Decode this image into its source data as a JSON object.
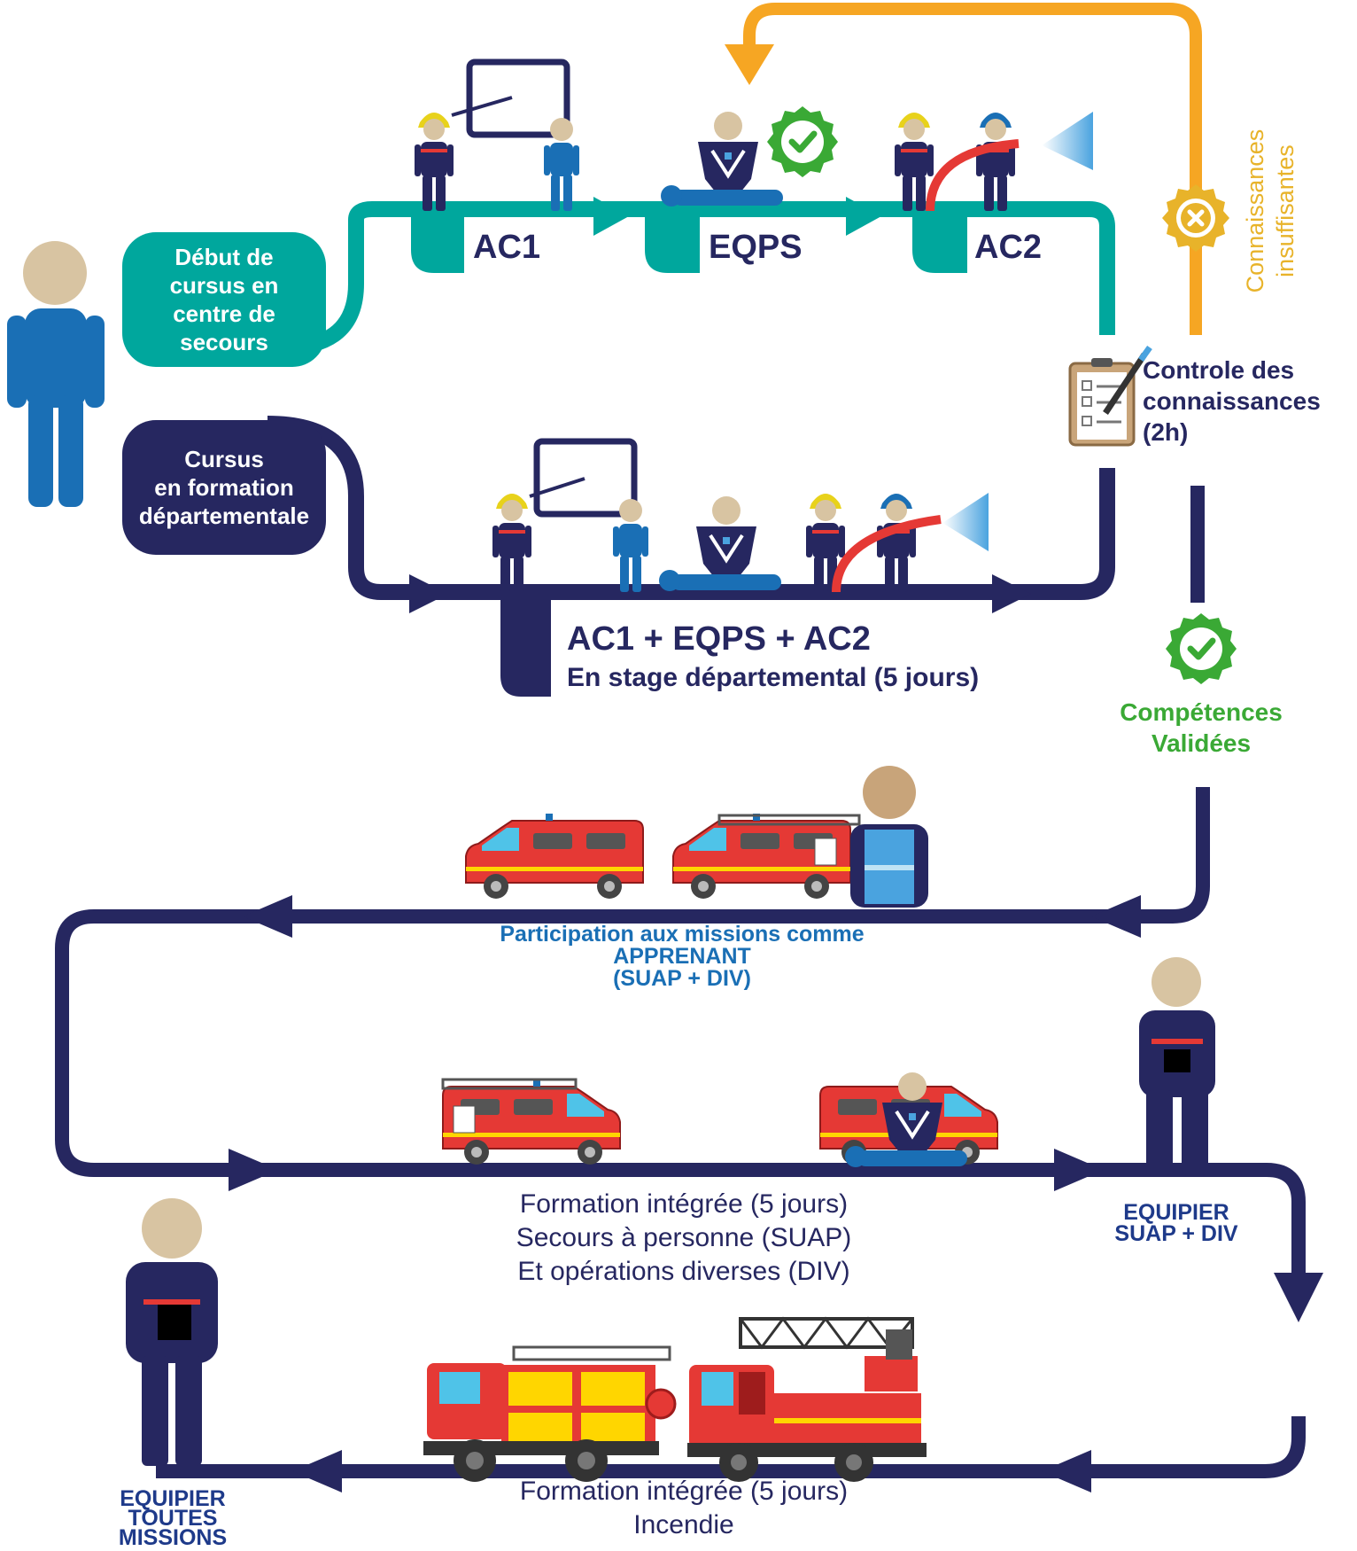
{
  "colors": {
    "navy": "#262760",
    "teal": "#00a79d",
    "orange": "#f6a623",
    "green": "#3aa935",
    "blue": "#1a6fb5",
    "red": "#e53935",
    "skin": "#d8c4a2",
    "yellow": "#e8d21b"
  },
  "start_box": {
    "lines": [
      "Début de",
      "cursus en",
      "centre de",
      "secours"
    ]
  },
  "dept_box": {
    "lines": [
      "Cursus",
      "en formation",
      "départementale"
    ]
  },
  "steps": {
    "ac1": "AC1",
    "eqps": "EQPS",
    "ac2": "AC2"
  },
  "dept_stage": {
    "title": "AC1 + EQPS + AC2",
    "subtitle": "En stage départemental (5 jours)"
  },
  "control": {
    "lines": [
      "Controle des",
      "connaissances",
      "(2h)"
    ]
  },
  "insufficient": {
    "lines": [
      "Connaissances",
      "insuffisantes"
    ]
  },
  "validated": {
    "lines": [
      "Compétences",
      "Validées"
    ]
  },
  "apprenant": {
    "lines": [
      "Participation aux missions comme",
      "APPRENANT",
      "(SUAP + DIV)"
    ]
  },
  "suap_training": {
    "lines": [
      "Formation intégrée (5 jours)",
      "Secours à personne (SUAP)",
      "Et opérations diverses (DIV)"
    ]
  },
  "equipier_suap": {
    "lines": [
      "EQUIPIER",
      "SUAP + DIV"
    ]
  },
  "fire_training": {
    "lines": [
      "Formation intégrée (5 jours)",
      "Incendie"
    ]
  },
  "equipier_all": {
    "lines": [
      "EQUIPIER",
      "TOUTES",
      "MISSIONS"
    ]
  },
  "icons": [
    "person-icon",
    "trainer-icon",
    "cpr-icon",
    "check-badge-icon",
    "firefighter-icon",
    "hose-icon",
    "cross-badge-icon",
    "clipboard-icon",
    "ambulance-icon",
    "fire-van-icon",
    "fire-engine-icon",
    "ladder-truck-icon"
  ]
}
